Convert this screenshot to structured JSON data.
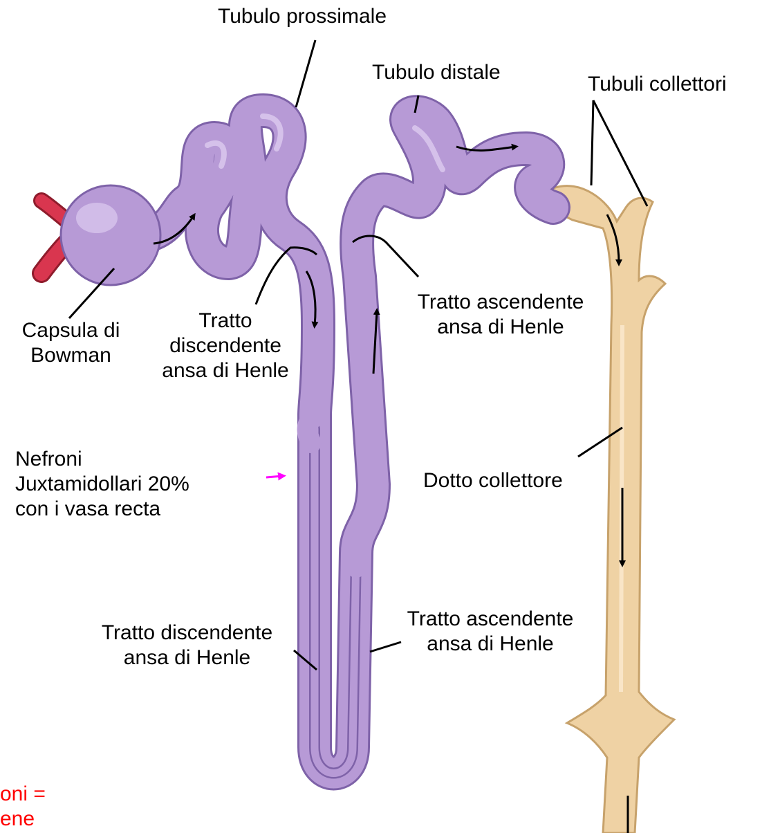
{
  "labels": {
    "tubulo_prossimale": "Tubulo prossimale",
    "tubulo_distale": "Tubulo distale",
    "tubuli_collettori": "Tubuli collettori",
    "capsula_bowman": [
      "Capsula di",
      "Bowman"
    ],
    "tratto_discendente_upper": [
      "Tratto",
      "discendente",
      "ansa di Henle"
    ],
    "tratto_ascendente_upper": [
      "Tratto ascendente",
      "ansa di Henle"
    ],
    "nefroni_juxta": [
      "Nefroni",
      "Juxtamidollari 20%",
      "con i vasa recta"
    ],
    "dotto_collettore": "Dotto collettore",
    "tratto_discendente_lower": [
      "Tratto discendente",
      "ansa di Henle"
    ],
    "tratto_ascendente_lower": [
      "Tratto ascendente",
      "ansa di Henle"
    ],
    "cut_off_red": [
      "oni =",
      "ene"
    ]
  },
  "colors": {
    "tubule": "#b79ad6",
    "tubule_dark": "#7e62a8",
    "tubule_light": "#dccbef",
    "duct": "#efd2a4",
    "duct_dark": "#c7a26b",
    "vessel": "#d9364f",
    "arrow_magenta": "#ff00ff",
    "text_red": "#ff0000"
  }
}
